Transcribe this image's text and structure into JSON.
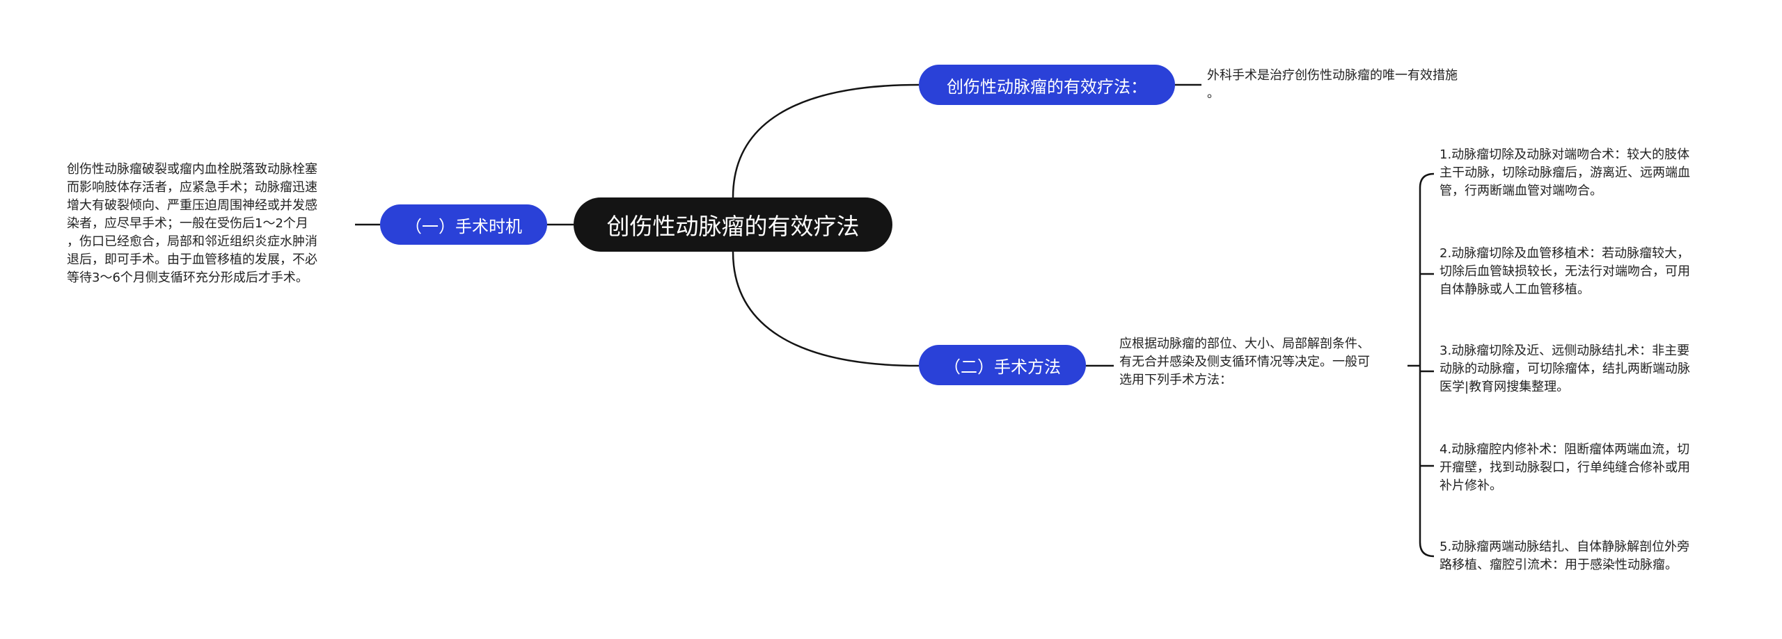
{
  "root": {
    "title": "创伤性动脉瘤的有效疗法"
  },
  "branches": {
    "timing": {
      "label": "（一）手术时机",
      "detail": "创伤性动脉瘤破裂或瘤内血栓脱落致动脉栓塞\n而影响肢体存活者，应紧急手术；动脉瘤迅速\n增大有破裂倾向、严重压迫周围神经或并发感\n染者，应尽早手术；一般在受伤后1～2个月\n，伤口已经愈合，局部和邻近组织炎症水肿消\n退后，即可手术。由于血管移植的发展，不必\n等待3～6个月侧支循环充分形成后才手术。"
    },
    "effective": {
      "label": "创伤性动脉瘤的有效疗法：",
      "detail": "外科手术是治疗创伤性动脉瘤的唯一有效措施\n。"
    },
    "method": {
      "label": "（二）手术方法",
      "intro": "应根据动脉瘤的部位、大小、局部解剖条件、\n有无合并感染及侧支循环情况等决定。一般可\n选用下列手术方法：",
      "items": [
        "1.动脉瘤切除及动脉对端吻合术：较大的肢体\n主干动脉，切除动脉瘤后，游离近、远两端血\n管，行两断端血管对端吻合。",
        "2.动脉瘤切除及血管移植术：若动脉瘤较大，\n切除后血管缺损较长，无法行对端吻合，可用\n自体静脉或人工血管移植。",
        "3.动脉瘤切除及近、远侧动脉结扎术：非主要\n动脉的动脉瘤，可切除瘤体，结扎两断端动脉\n医学|教育网搜集整理。",
        "4.动脉瘤腔内修补术：阻断瘤体两端血流，切\n开瘤壁，找到动脉裂口，行单纯缝合修补或用\n补片修补。",
        "5.动脉瘤两端动脉结扎、自体静脉解剖位外旁\n路移植、瘤腔引流术：用于感染性动脉瘤。"
      ]
    }
  },
  "colors": {
    "root_fill": "#141414",
    "branch_fill": "#2a41d8",
    "text": "#222222",
    "connector": "#141414"
  }
}
